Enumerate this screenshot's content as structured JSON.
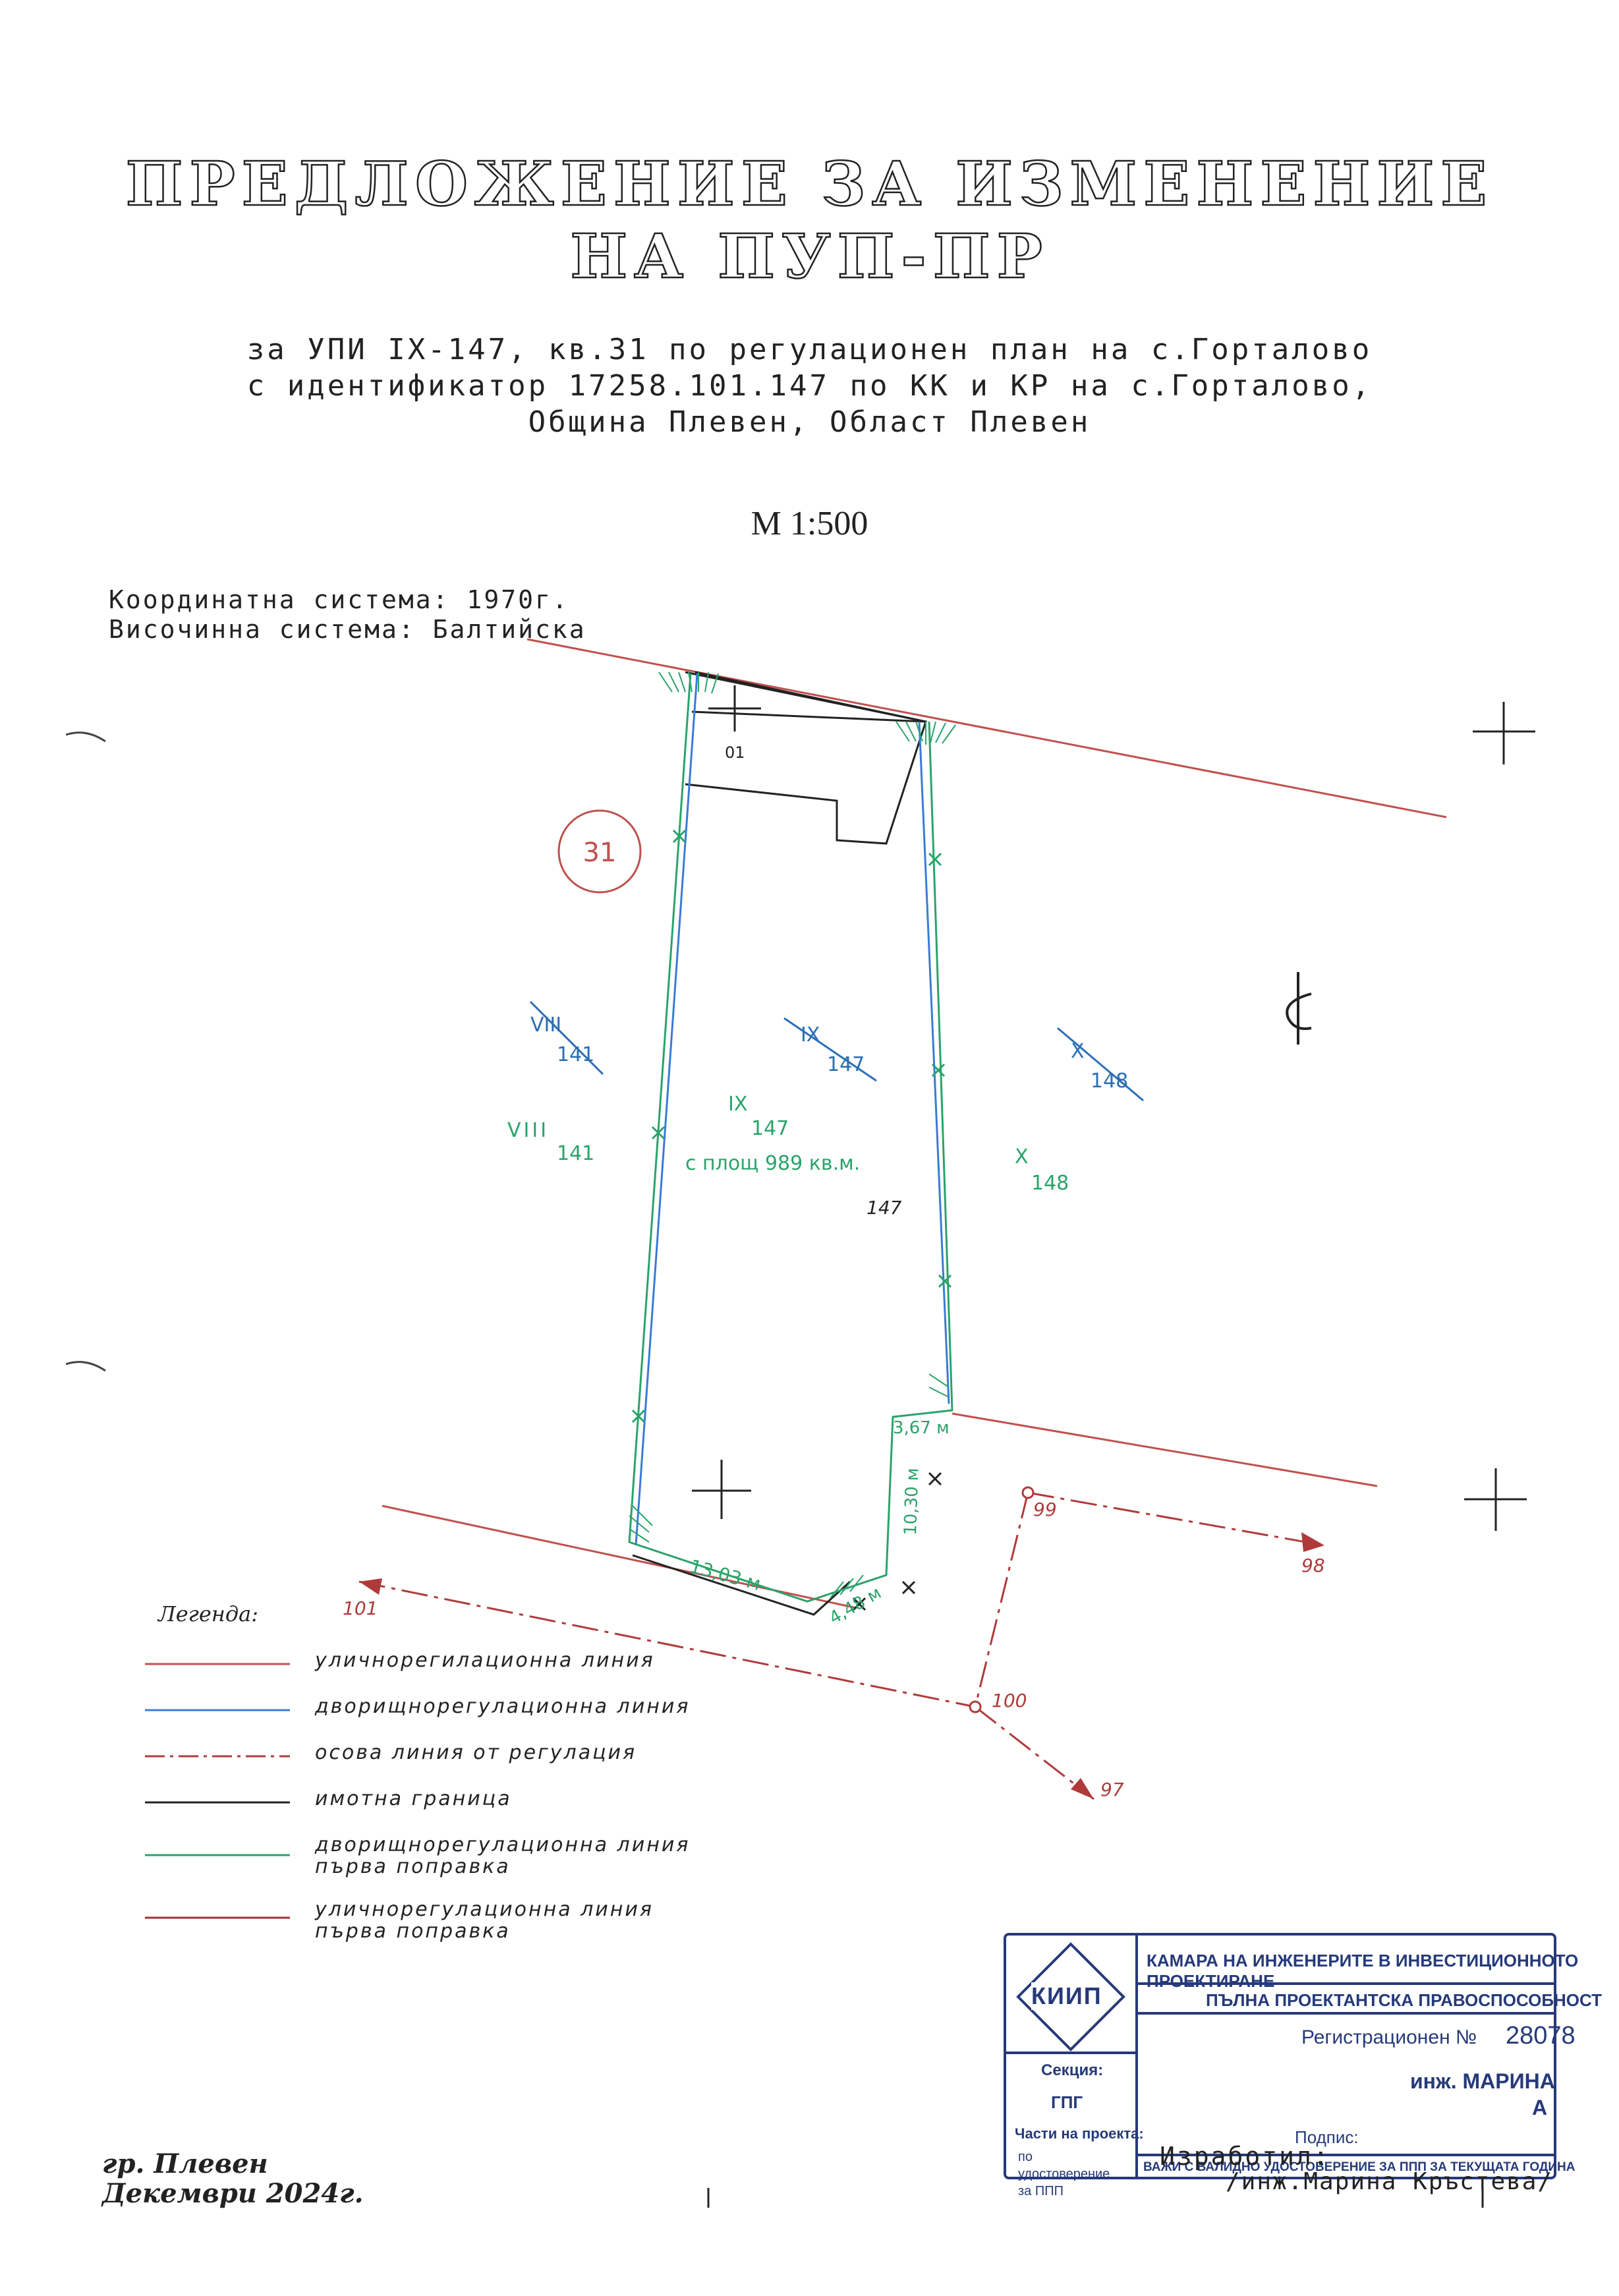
{
  "header": {
    "title_line1": "ПРЕДЛОЖЕНИЕ ЗА ИЗМЕНЕНИЕ",
    "title_line2": "НА ПУП-ПР",
    "subtitle_line1": "за УПИ IX-147, кв.31 по регулационен план на с.Горталово",
    "subtitle_line2": "с идентификатор 17258.101.147 по КК и КР на с.Горталово,",
    "subtitle_line3": "Община Плевен, Област Плевен",
    "scale": "М 1:500"
  },
  "systems": {
    "coordinate": "Координатна система: 1970г.",
    "height": "Височинна система: Балтийска"
  },
  "plan": {
    "block_number": "31",
    "point_label": "01",
    "parcels": {
      "viii_old_roman": "VIII",
      "viii_old_num": "141",
      "ix_old_roman": "IX",
      "ix_old_num": "147",
      "x_old_roman": "X",
      "x_old_num": "148",
      "viii_roman": "VIII",
      "viii_num": "141",
      "ix_roman": "IX",
      "ix_num": "147",
      "ix_area": "с площ 989 кв.м.",
      "x_roman": "X",
      "x_num": "148",
      "cadastral": "147"
    },
    "dimensions": {
      "d1": "3,67 м",
      "d2": "10,30 м",
      "d3": "13,03 м",
      "d4": "4,48 м"
    },
    "axis_points": {
      "p99": "99",
      "p98": "98",
      "p100": "100",
      "p97": "97",
      "p101": "101"
    }
  },
  "legend": {
    "title": "Легенда:",
    "items": [
      {
        "label": "уличнорегилационна линия",
        "color": "#c0504d",
        "style": "solid"
      },
      {
        "label": "дворищнорегулационна линия",
        "color": "#3a7bd5",
        "style": "solid"
      },
      {
        "label": "осова линия от регулация",
        "color": "#b03a3a",
        "style": "dashdot"
      },
      {
        "label": "имотна граница",
        "color": "#222222",
        "style": "solid"
      },
      {
        "label": "дворищнорегулационна линия",
        "label2": "първа поправка",
        "color": "#2aa36a",
        "style": "solid"
      },
      {
        "label": "уличнорегулационна линия",
        "label2": "първа поправка",
        "color": "#a03030",
        "style": "solid"
      }
    ]
  },
  "footer": {
    "city": "гр. Плевен",
    "date": "Декември 2024г.",
    "author_label": "Изработил:",
    "author_name": "/инж.Марина Кръстева/"
  },
  "stamp": {
    "org": "КАМАРА НА ИНЖЕНЕРИТЕ В ИНВЕСТИЦИОННОТО ПРОЕКТИРАНЕ",
    "logo": "КИИП",
    "capacity": "ПЪЛНА ПРОЕКТАНТСКА ПРАВОСПОСОБНОСТ",
    "reg_label": "Регистрационен №",
    "reg_number": "28078",
    "name": "инж. МАРИНА",
    "name2": "А",
    "section_label": "Секция:",
    "section_value": "ГПГ",
    "parts_label": "Части на проекта:",
    "parts_value": "по удостоверение за ППП",
    "signature_label": "Подпис:",
    "validity": "ВАЖИ С ВАЛИДНО УДОСТОВЕРЕНИЕ ЗА ППП ЗА ТЕКУЩАТА ГОДИНА",
    "color": "#263a7a"
  },
  "colors": {
    "street_line": "#c0504d",
    "yard_line": "#3a7bd5",
    "axis_line": "#b03a3a",
    "property_line": "#222222",
    "yard_first": "#2aa36a",
    "street_first": "#a03030"
  }
}
